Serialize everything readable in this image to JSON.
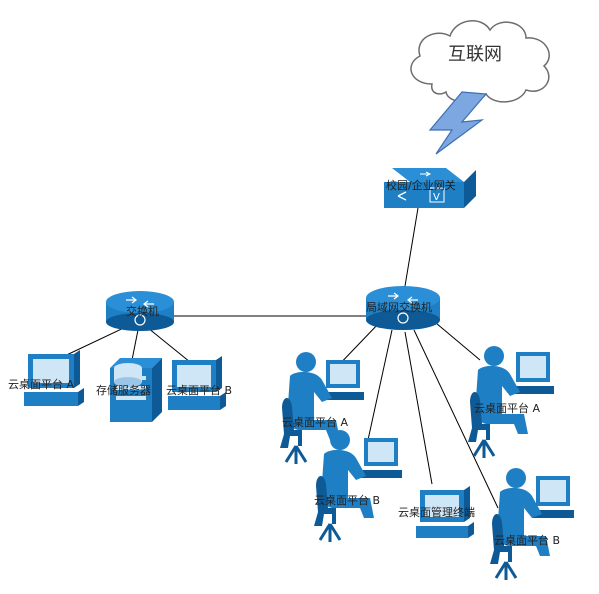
{
  "cloud": {
    "label": "互联网"
  },
  "gateway": {
    "label": "校园/企业网关"
  },
  "core_switch": {
    "label": "局域网交换机"
  },
  "left_switch": {
    "label": "交换机"
  },
  "left_devices": {
    "desktop_a": "云桌面平台 A",
    "storage": "存储服务器",
    "desktop_b": "云桌面平台 B"
  },
  "right_devices": {
    "user_1": "云桌面平台 A",
    "user_2": "云桌面平台 B",
    "terminal": "云桌面管理终端",
    "user_3": "云桌面平台 A",
    "user_4": "云桌面平台 B"
  },
  "colors": {
    "device_blue": "#1f7fc4",
    "device_dark": "#0e5a96",
    "lightning": "#7da7e0"
  }
}
